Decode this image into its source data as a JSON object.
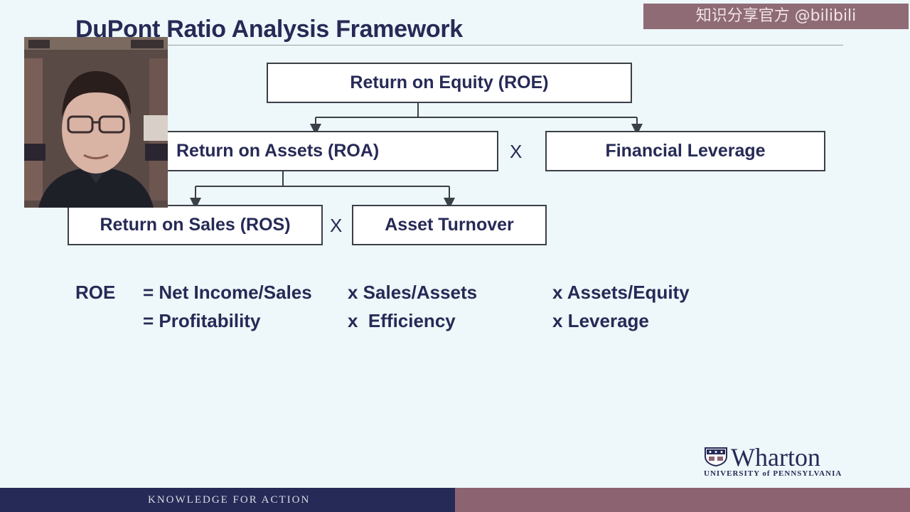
{
  "slide": {
    "title": "DuPont Ratio Analysis Framework",
    "watermark": "知识分享官方 @bilibili"
  },
  "diagram": {
    "roe_box": "Return on Equity (ROE)",
    "roa_box": "Return on Assets (ROA)",
    "leverage_box": "Financial Leverage",
    "ros_box": "Return on Sales (ROS)",
    "turnover_box": "Asset Turnover",
    "multiply_sign": "X"
  },
  "formula": {
    "label": "ROE",
    "row1": {
      "col1": "= Net Income/Sales",
      "col2": "x Sales/Assets",
      "col3": "x Assets/Equity"
    },
    "row2": {
      "col1": "= Profitability",
      "col2": "x  Efficiency",
      "col3": "x Leverage"
    }
  },
  "branding": {
    "logo_word": "Wharton",
    "logo_sub": "UNIVERSITY of PENNSYLVANIA",
    "tagline": "KNOWLEDGE FOR ACTION"
  },
  "colors": {
    "navy": "#262a56",
    "plum": "#8c6471",
    "background": "#eef7f9"
  }
}
